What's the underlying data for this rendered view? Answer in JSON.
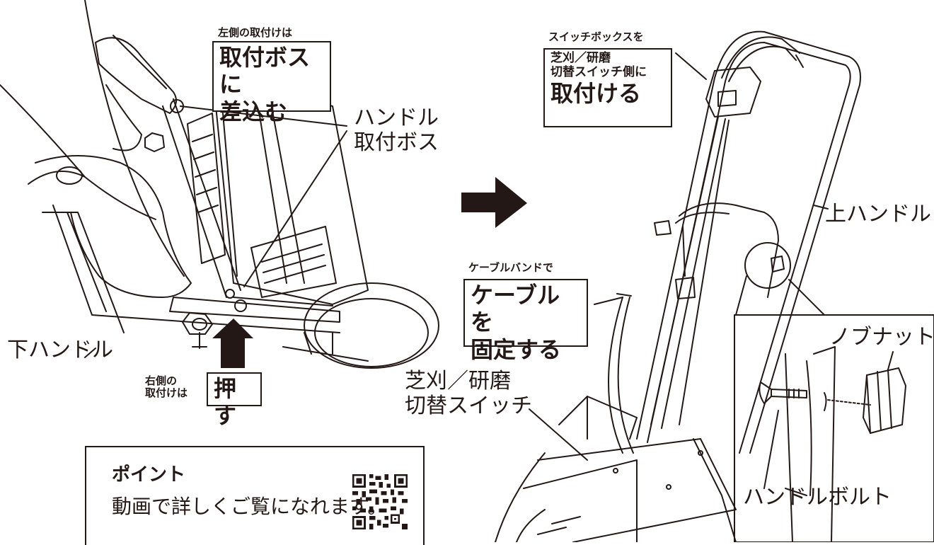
{
  "left": {
    "top_caption": "左側の取付けは",
    "top_box_line1": "取付ボスに",
    "top_box_line2": "差込む",
    "boss_label_line1": "ハンドル",
    "boss_label_line2": "取付ボス",
    "lower_handle": "下ハンドル",
    "right_caption_line1": "右側の",
    "right_caption_line2": "取付けは",
    "push_box": "押す"
  },
  "right": {
    "switchbox_caption": "スイッチボックスを",
    "switchbox_line1": "芝刈／研磨",
    "switchbox_line2": "切替スイッチ側に",
    "switchbox_line3": "取付ける",
    "cable_caption": "ケーブルバンドで",
    "cable_line1": "ケーブルを",
    "cable_line2": "固定する",
    "switch_label_line1": "芝刈／研磨",
    "switch_label_line2": "切替スイッチ",
    "upper_handle": "上ハンドル",
    "knob_nut": "ノブナット",
    "handle_bolt": "ハンドルボルト"
  },
  "point": {
    "title": "ポイント",
    "text": "動画で詳しくご覧になれます。"
  },
  "icons": {
    "arrow": "right-arrow-icon",
    "qr": "qr-code-icon"
  },
  "colors": {
    "ink": "#231815",
    "background": "#ffffff"
  }
}
